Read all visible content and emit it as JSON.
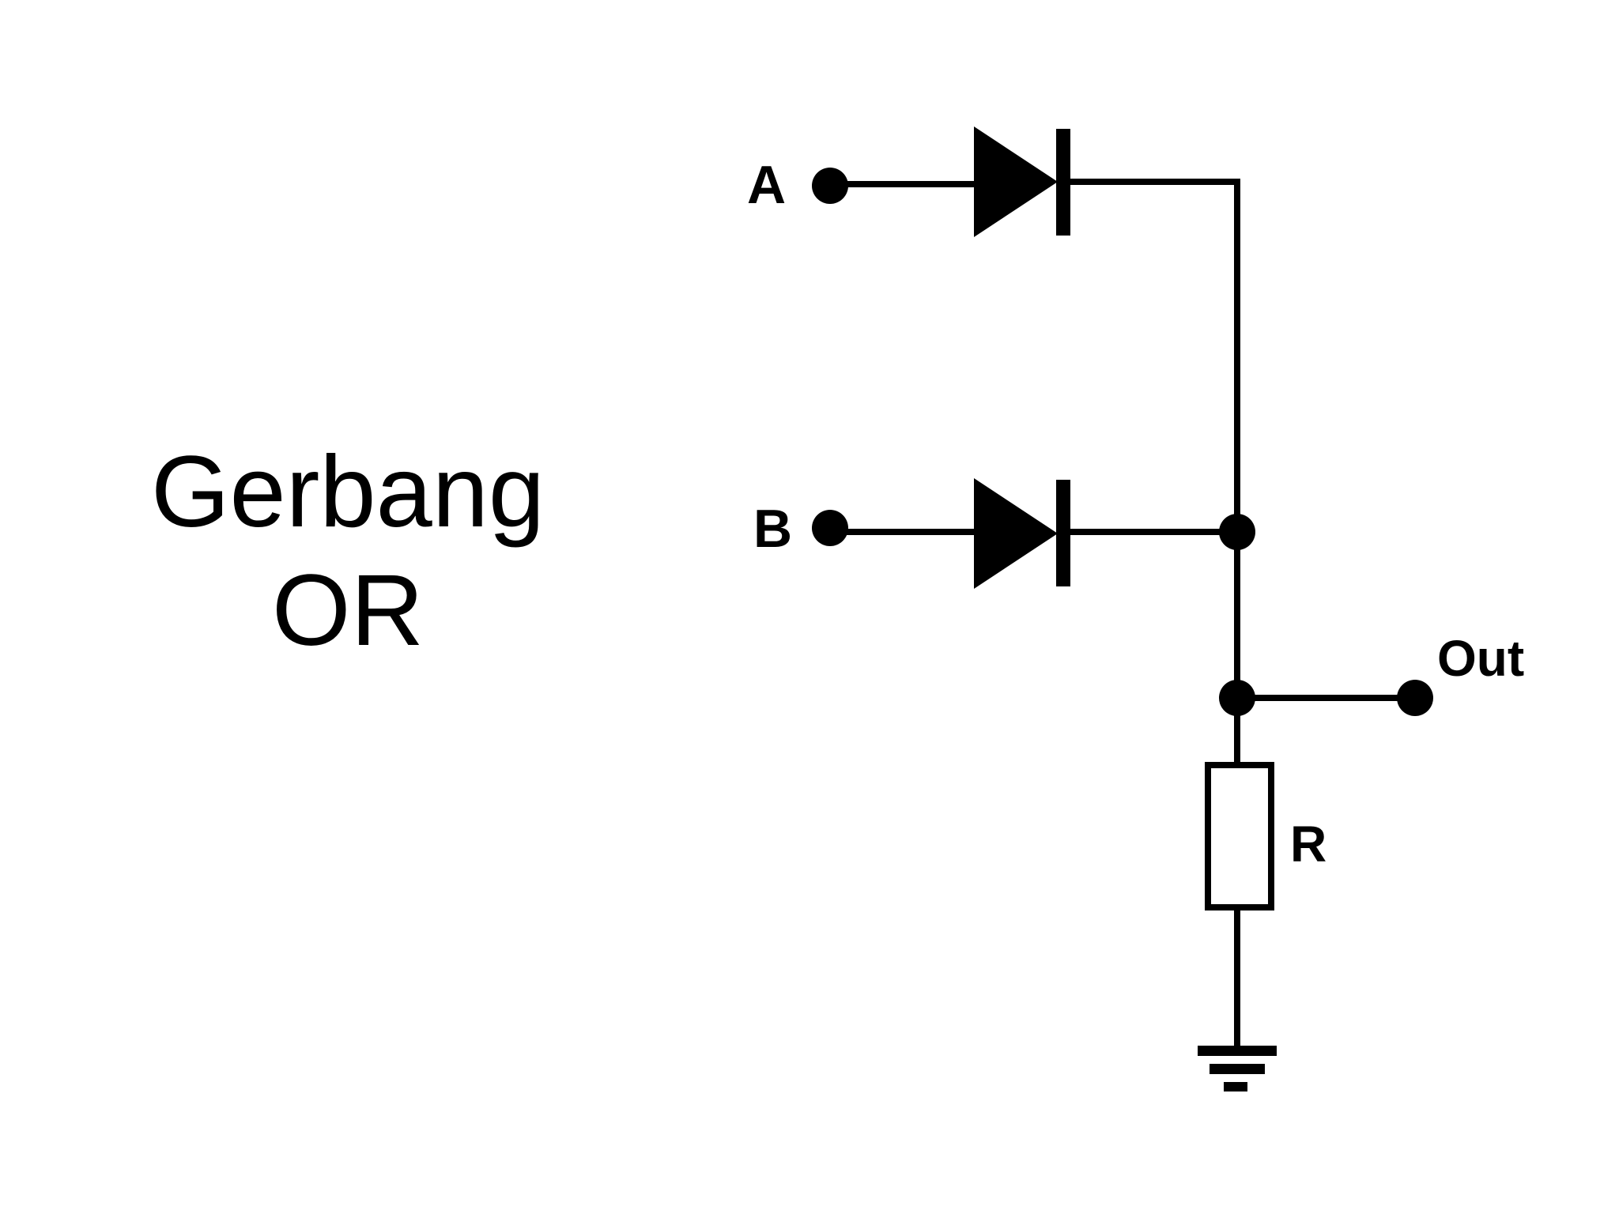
{
  "title": {
    "line1": "Gerbang",
    "line2": "OR"
  },
  "circuit": {
    "input_a_label": "A",
    "input_b_label": "B",
    "output_label": "Out",
    "resistor_label": "R",
    "components": [
      "diode",
      "diode",
      "resistor",
      "ground"
    ],
    "stroke_color": "#000000"
  }
}
